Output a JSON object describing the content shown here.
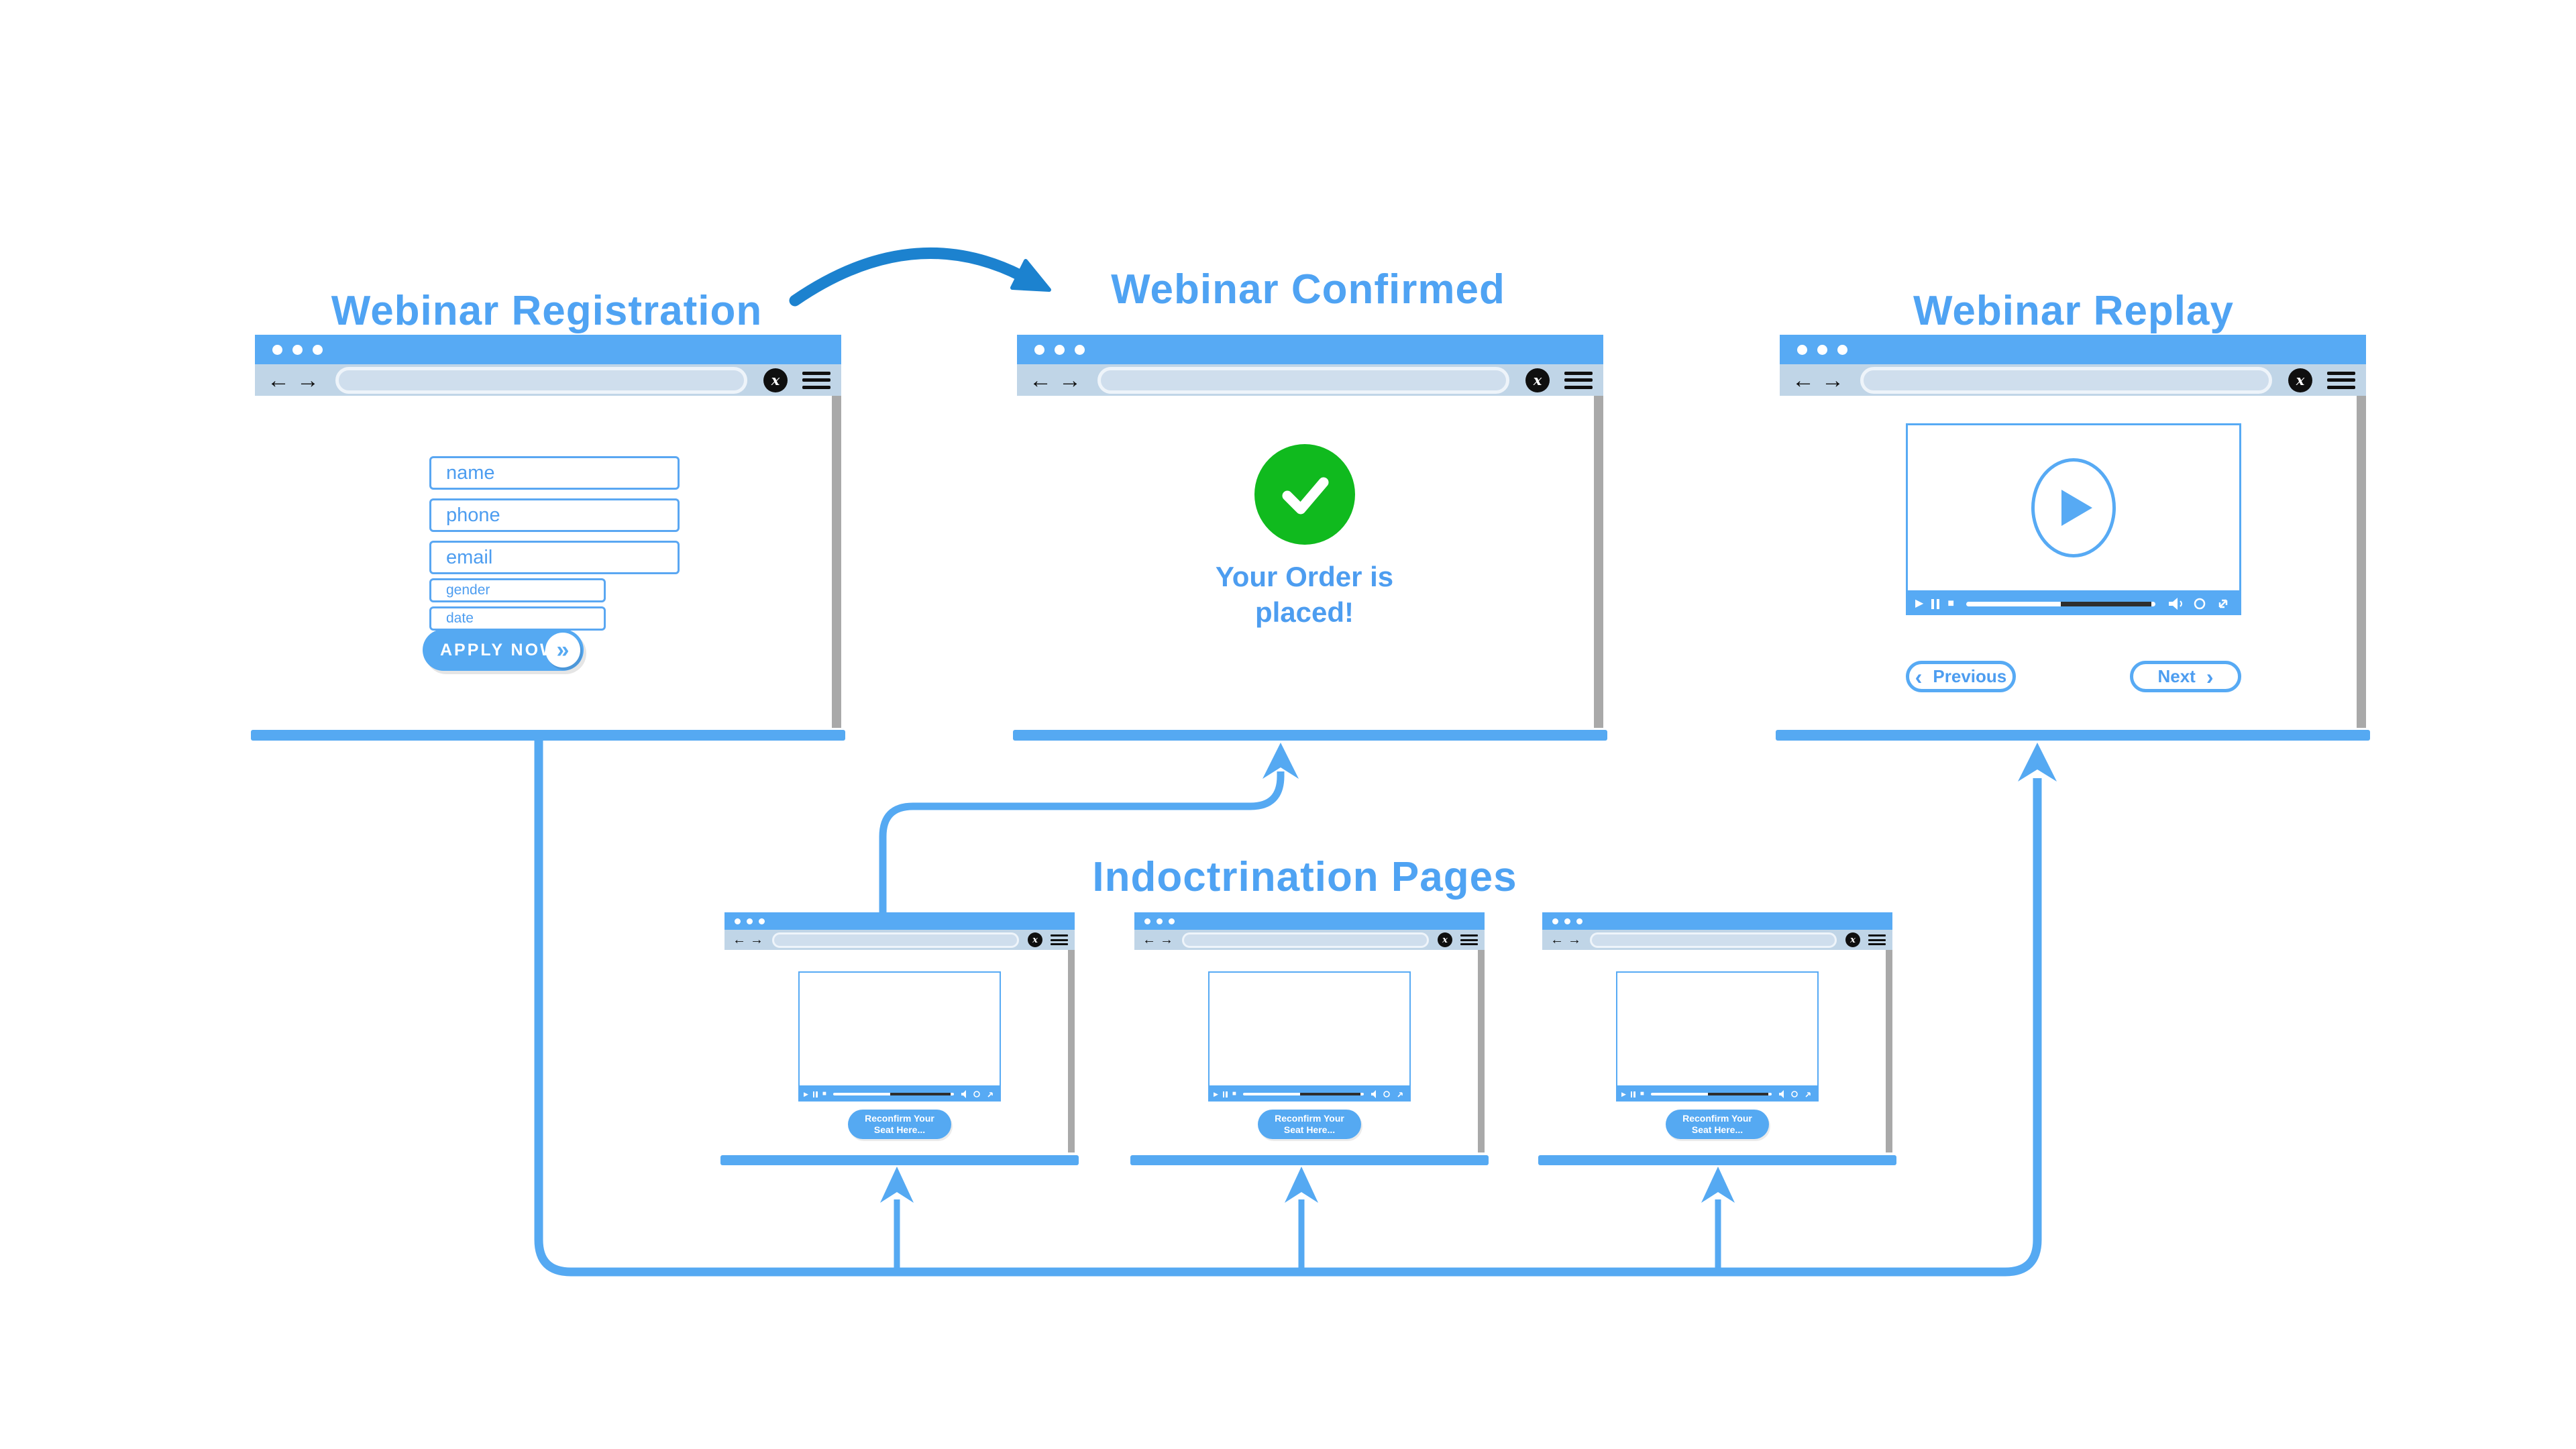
{
  "theme": {
    "page-bg": "#ffffff",
    "title-blue": "#4fa3f3",
    "chrome-blue": "#57aaf4",
    "addr-bg": "#c0d5e7",
    "pill-fill": "#cfdeed",
    "pill-border": "#eef4fa",
    "bar-blue": "#55a9f2",
    "connector-blue": "#55a9f2",
    "arc-blue": "#1c82cf",
    "icon-black": "#0f0f0f",
    "scrollbar-gray": "#a9a9a9",
    "green": "#10ba1e",
    "field-blue": "#5aa7f2",
    "text-blue": "#4d9df0",
    "progress-dark": "#2e2e2e"
  },
  "titles": {
    "registration": "Webinar Registration",
    "confirmed": "Webinar Confirmed",
    "replay": "Webinar Replay",
    "indoctrination": "Indoctrination Pages"
  },
  "icons": {
    "back": "←",
    "forward": "→",
    "x_logo": "x",
    "play": "▶",
    "stop": "■",
    "apply_arrow": "»",
    "prev_chevron": "‹",
    "next_chevron": "›"
  },
  "registration_form": {
    "name_placeholder": "name",
    "phone_placeholder": "phone",
    "email_placeholder": "email",
    "gender_placeholder": "gender",
    "date_placeholder": "date",
    "apply_button": "APPLY NOW"
  },
  "confirmed_page": {
    "message_line1": "Your Order is",
    "message_line2": "placed!"
  },
  "replay_page": {
    "previous_button": "Previous",
    "next_button": "Next"
  },
  "indoctrination_pages": [
    {
      "cta_line1": "Reconfirm Your",
      "cta_line2": "Seat Here..."
    },
    {
      "cta_line1": "Reconfirm Your",
      "cta_line2": "Seat Here..."
    },
    {
      "cta_line1": "Reconfirm Your",
      "cta_line2": "Seat Here..."
    }
  ]
}
